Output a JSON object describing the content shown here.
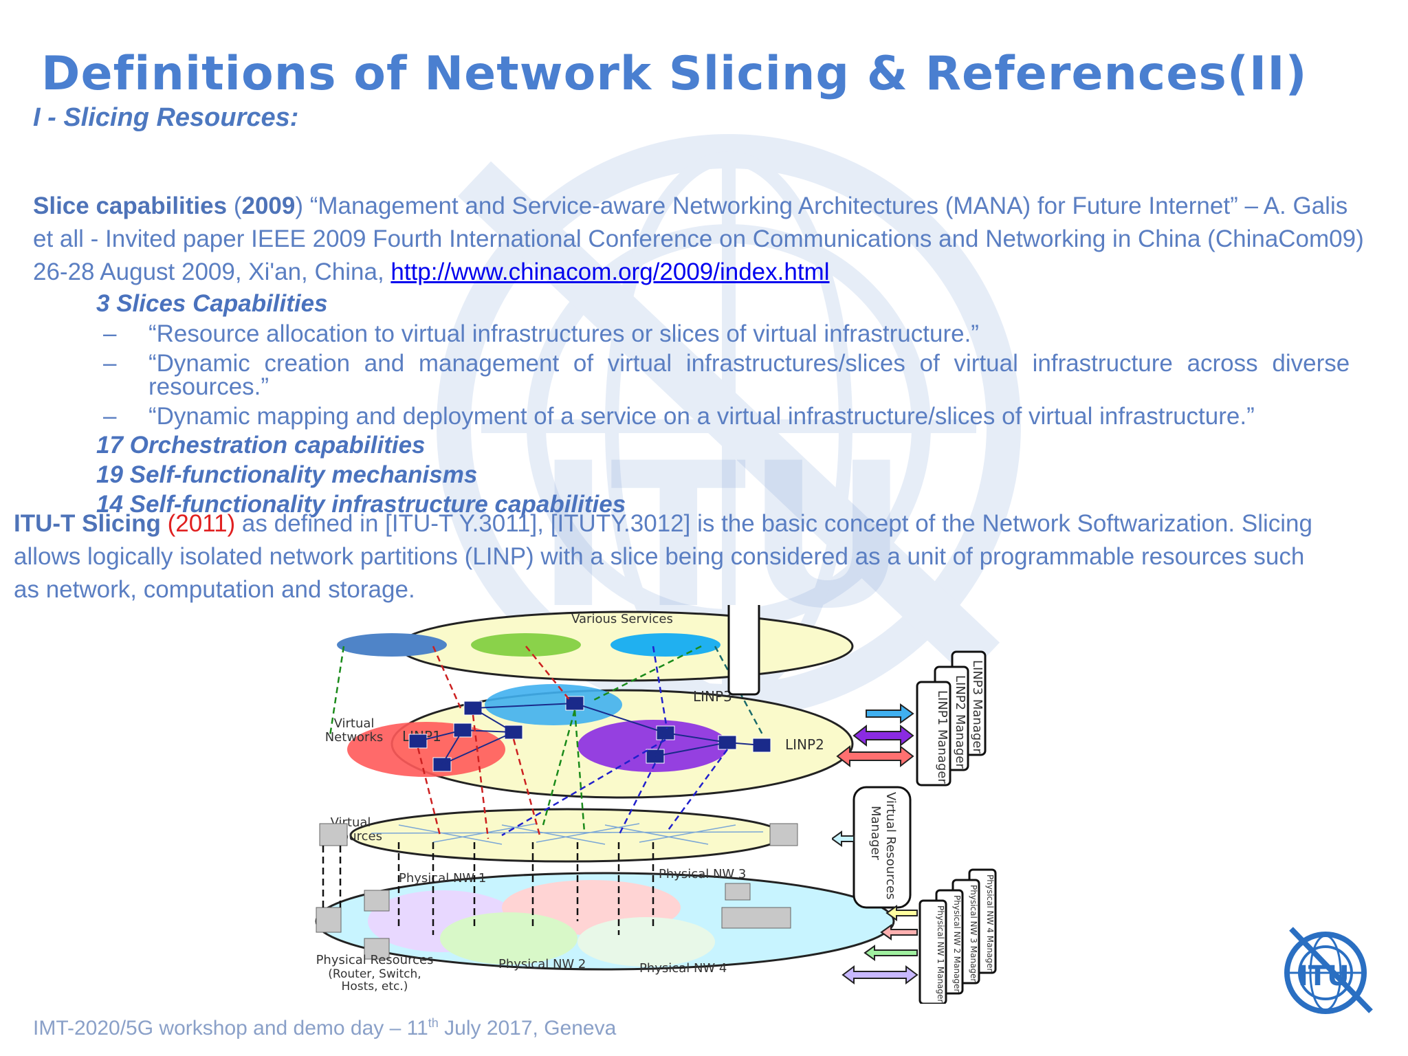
{
  "title": "Definitions of Network Slicing & References(II)",
  "subtitle": "I - Slicing Resources:",
  "slice_caps": {
    "label": "Slice capabilities",
    "year": "2009",
    "line1_rest": "  “Management and Service-aware Networking Architectures (MANA) for Future Internet” – A. Galis",
    "line2": "et all - Invited paper IEEE 2009 Fourth International Conference on Communications and Networking in China (ChinaCom09)",
    "line3_prefix": "26-28 August 2009, Xi'an, China, ",
    "link": "http://www.chinacom.org/2009/index.html"
  },
  "three_caps": {
    "heading": "3 Slices Capabilities",
    "dash": "–",
    "items": [
      "“Resource allocation to virtual infrastructures or slices of virtual infrastructure.”",
      "“Dynamic creation and management of virtual infrastructures/slices of virtual infrastructure across diverse",
      "resources.”",
      "“Dynamic mapping and deployment of a service on a virtual infrastructure/slices of virtual infrastructure.”"
    ]
  },
  "capabilities": [
    "17 Orchestration capabilities",
    "19 Self-functionality mechanisms",
    "14 Self-functionality infrastructure capabilities"
  ],
  "itut": {
    "label": "ITU-T Slicing",
    "year": "(2011)",
    "line1_rest": " as defined in [ITU-T Y.3011], [ITUTY.3012] is the basic concept of the Network Softwarization. Slicing",
    "line2": "allows logically isolated network partitions (LINP) with a slice being considered as a unit of programmable resources such",
    "line3": "as network, computation and storage."
  },
  "diagram": {
    "various_services": "Various  Services",
    "virtual_networks": [
      "Virtual",
      "Networks"
    ],
    "virtual_resources": [
      "Virtual",
      "Resources"
    ],
    "physical_resources": [
      "Physical  Resources",
      "(Router,  Switch,",
      "Hosts,  etc.)"
    ],
    "linp1": "LINP1",
    "linp2": "LINP2",
    "linp3": "LINP3",
    "physical_nw": [
      "Physical  NW  1",
      "Physical  NW  2",
      "Physical  NW  3",
      "Physical  NW  4"
    ],
    "linp_managers": [
      "LINP1 Manager",
      "LINP2 Manager",
      "LINP3 Manager"
    ],
    "vr_manager": [
      "Virtual Resources",
      "Manager"
    ],
    "nw_managers": [
      "Physical NW 1 Manager",
      "Physical NW 2 Manager",
      "Physical NW 3 Manager",
      "Physical NW 4 Manager"
    ]
  },
  "footer": {
    "prefix": "IMT-2020/5G workshop and demo day – 11",
    "sup": "th",
    "suffix": "  July 2017, Geneva"
  },
  "logo": {
    "text": "ITU"
  },
  "watermark": {
    "text": "ITU"
  },
  "colors": {
    "title": "#4a7fd0",
    "body": "#5a7ec2",
    "year_red": "#e02020",
    "linp1": "#ff6060",
    "linp2": "#8a2be2",
    "linp3": "#40b0f0"
  }
}
